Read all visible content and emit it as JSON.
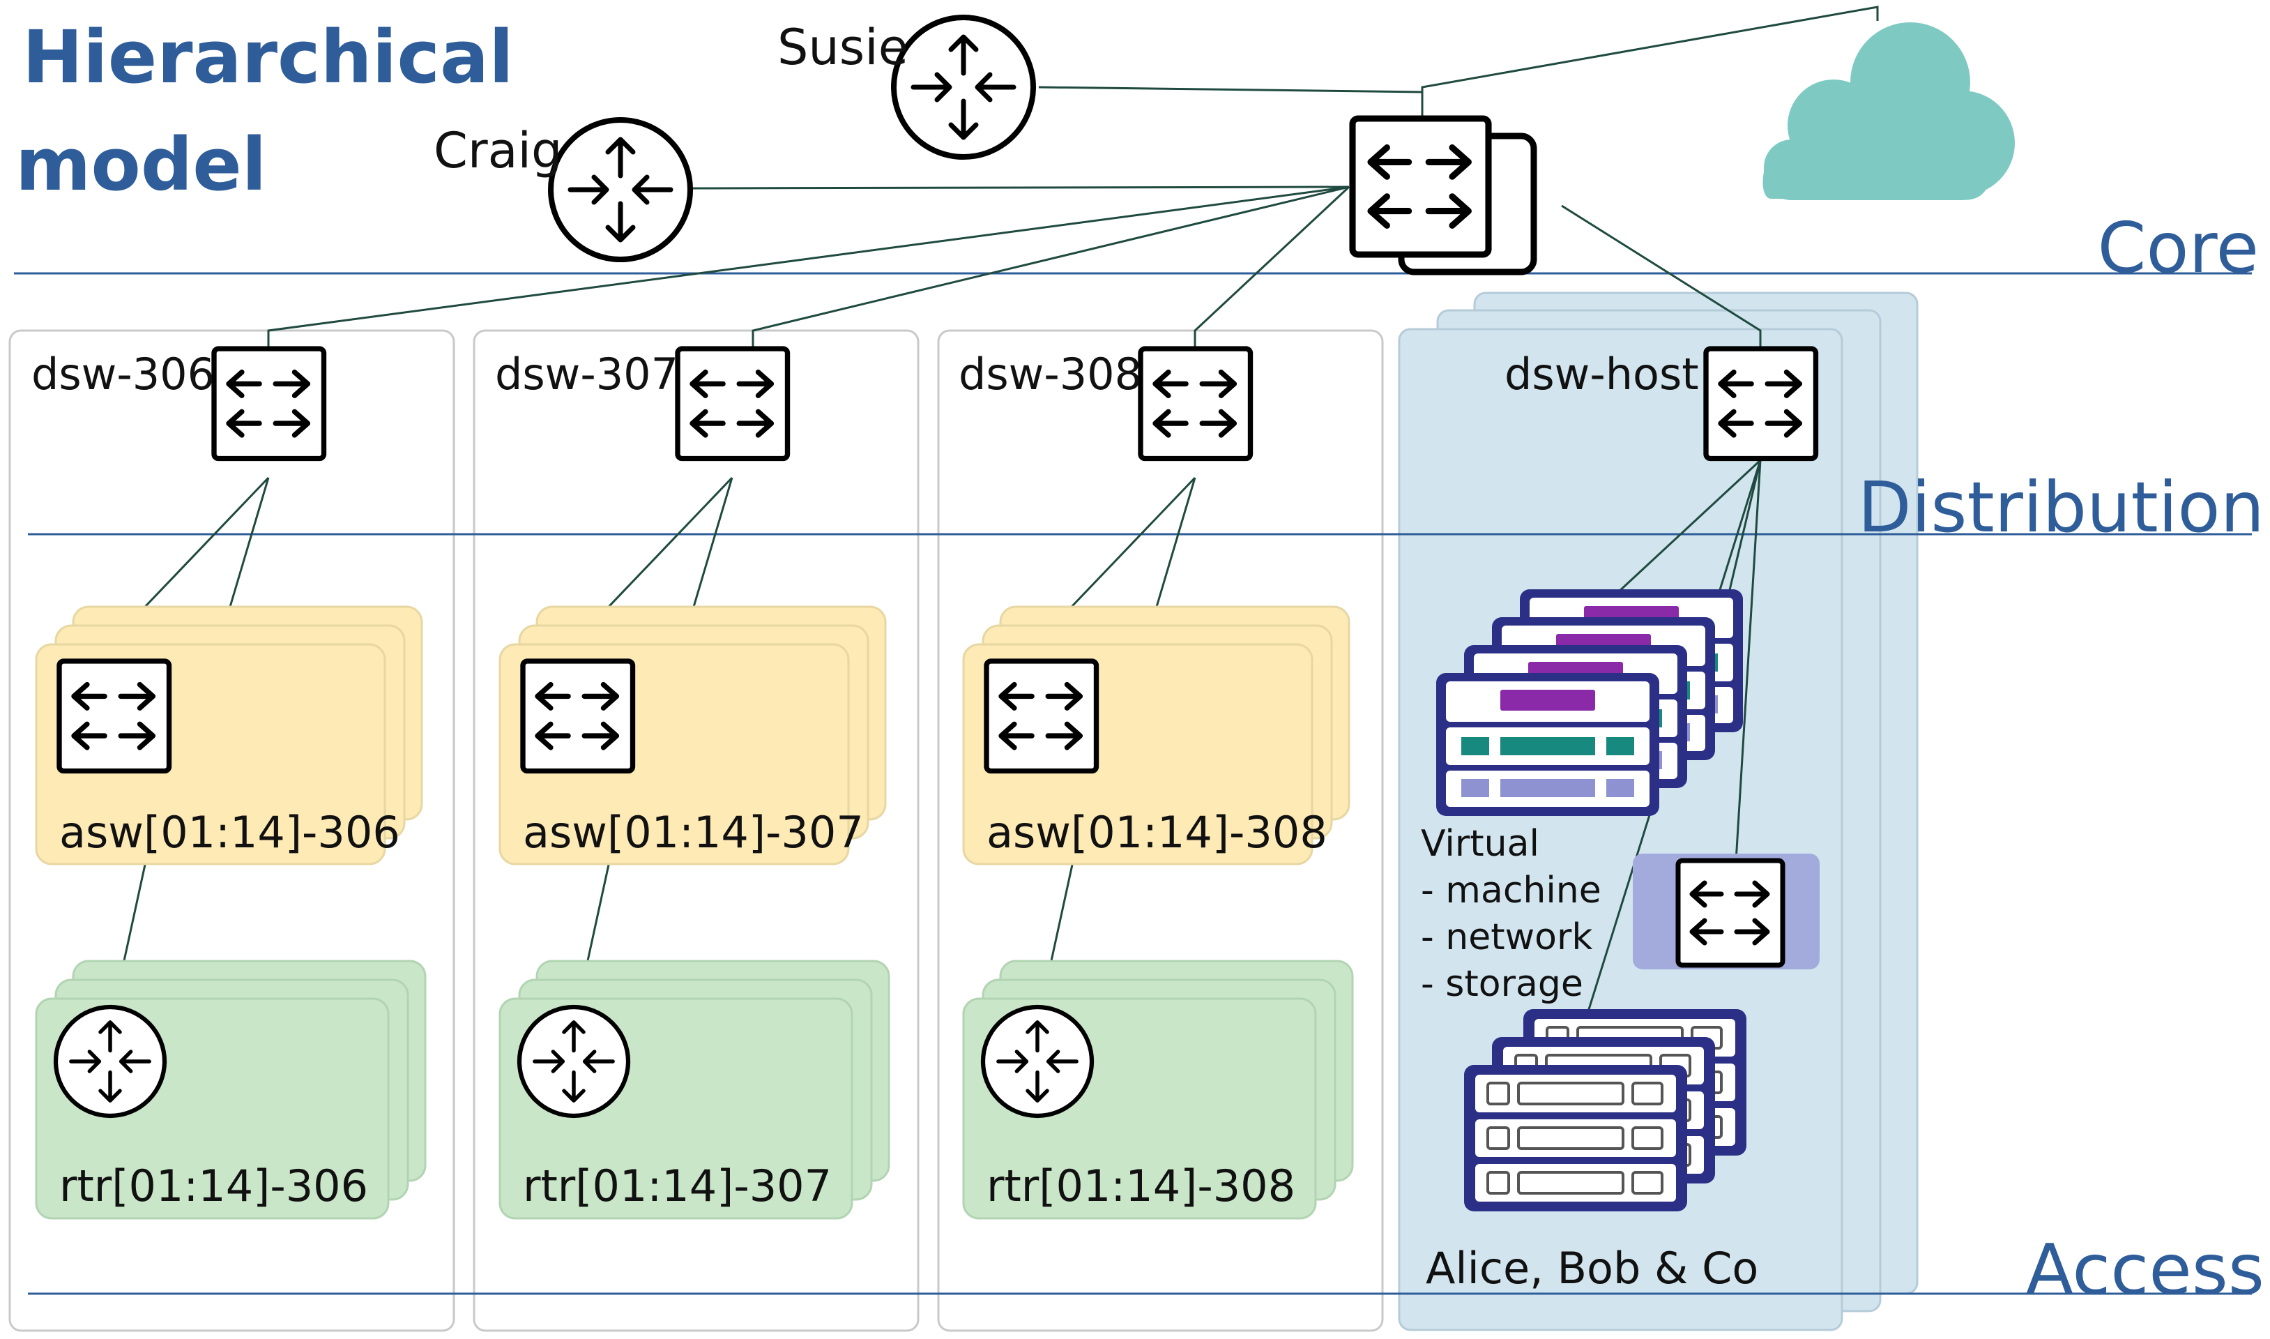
{
  "title": {
    "line1": "Hierarchical",
    "line2": "model"
  },
  "tiers": {
    "core": "Core",
    "distribution": "Distribution",
    "access": "Access"
  },
  "core_routers": {
    "susie": "Susie",
    "craig": "Craig"
  },
  "distribution": {
    "dsw306": "dsw-306",
    "dsw307": "dsw-307",
    "dsw308": "dsw-308",
    "dswhost": "dsw-host"
  },
  "access_switches": {
    "a306": "asw[01:14]-306",
    "a307": "asw[01:14]-307",
    "a308": "asw[01:14]-308"
  },
  "access_routers": {
    "r306": "rtr[01:14]-306",
    "r307": "rtr[01:14]-307",
    "r308": "rtr[01:14]-308"
  },
  "virtual": {
    "line1": "Virtual",
    "line2": "- machine",
    "line3": "- network",
    "line4": "- storage"
  },
  "hosts_label": "Alice, Bob & Co",
  "colors": {
    "tier_blue": "#2e5d99",
    "cloud": "#7ecac3",
    "access_switch_fill": "#fdeab5",
    "access_router_fill": "#c9e6c9",
    "host_panel": "#d2e5ef",
    "vswitch_fill": "#a3aadc",
    "server_frame": "#2b2f86",
    "vm_purple": "#8a2aa8",
    "vm_teal": "#17897e",
    "vm_lavender": "#8f92d1"
  }
}
